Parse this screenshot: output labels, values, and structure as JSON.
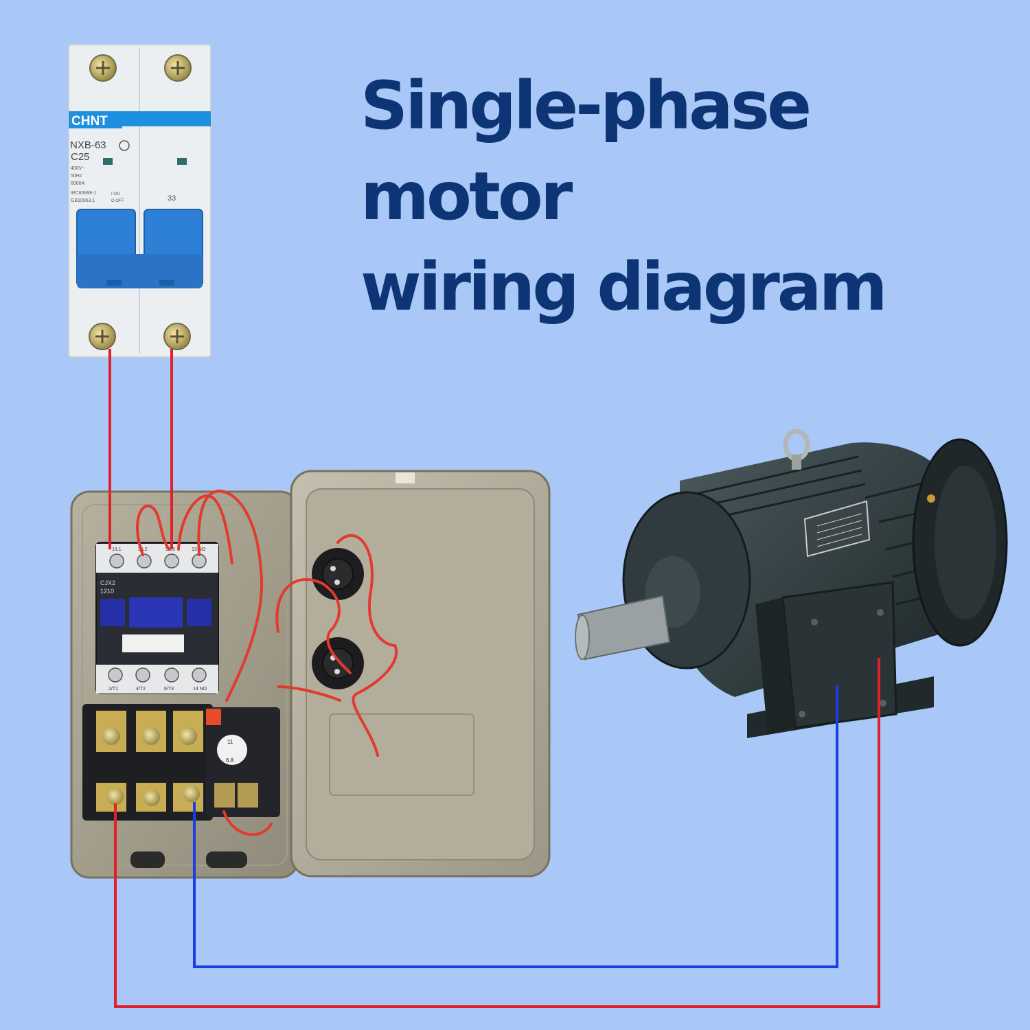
{
  "title": {
    "line1": "Single-phase motor",
    "line2": "wiring diagram"
  },
  "breaker": {
    "brand": "CHNT",
    "model": "NXB-63",
    "rating": "C25",
    "spec1": "400V~",
    "spec2": "50Hz",
    "spec3": "6000A",
    "std1": "IEC60898-1",
    "std2": "GB10963.1",
    "on_label": "I ON",
    "off_label": "O OFF",
    "pole_mark": "33"
  },
  "contactor": {
    "model": "CJX2",
    "number": "1210",
    "top_terminals": [
      "1/L1",
      "3/L2",
      "5/L3",
      "13 NO"
    ],
    "bottom_terminals": [
      "2/T1",
      "4/T2",
      "6/T3",
      "14 NO"
    ]
  },
  "overload_relay": {
    "dial_top": "11",
    "dial_bottom": "6.8"
  },
  "colors": {
    "background": "#a9c8f7",
    "title": "#0d3576",
    "live_wire": "#e0202a",
    "neutral_wire": "#1a3fe0"
  }
}
